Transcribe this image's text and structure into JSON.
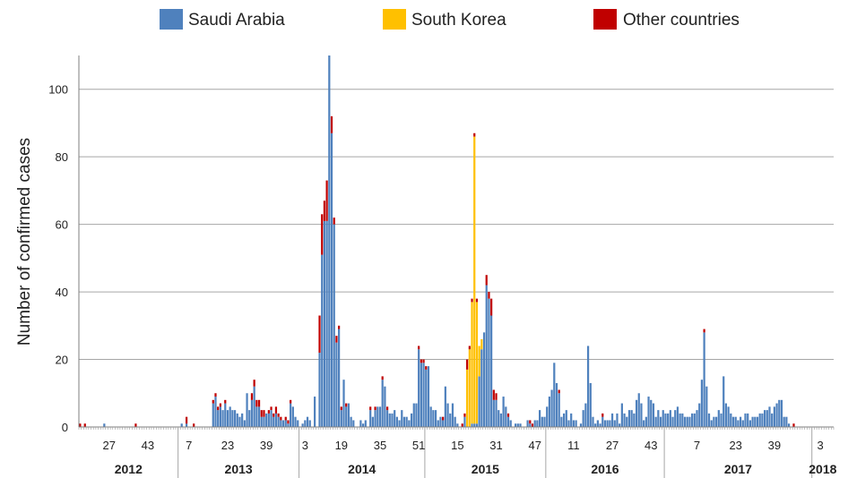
{
  "chart_data": {
    "type": "bar",
    "stacked": true,
    "title": "",
    "xlabel": "",
    "ylabel": "Number of confirmed cases",
    "ylim": [
      0,
      110
    ],
    "yticks": [
      0,
      20,
      40,
      60,
      80,
      100
    ],
    "grid": true,
    "legend": "top",
    "legend_entries": [
      "Saudi Arabia",
      "South Korea",
      "Other countries"
    ],
    "colors": {
      "saudi": "#4f81bd",
      "korea": "#ffc000",
      "other": "#c00000"
    },
    "x_week_labels": [
      {
        "week": 12,
        "label": "27"
      },
      {
        "week": 28,
        "label": "43"
      },
      {
        "week": 45,
        "label": "7"
      },
      {
        "week": 61,
        "label": "23"
      },
      {
        "week": 77,
        "label": "39"
      },
      {
        "week": 93,
        "label": "3"
      },
      {
        "week": 108,
        "label": "19"
      },
      {
        "week": 124,
        "label": "35"
      },
      {
        "week": 140,
        "label": "51"
      },
      {
        "week": 156,
        "label": "15"
      },
      {
        "week": 172,
        "label": "31"
      },
      {
        "week": 188,
        "label": "47"
      },
      {
        "week": 204,
        "label": "11"
      },
      {
        "week": 220,
        "label": "27"
      },
      {
        "week": 236,
        "label": "43"
      },
      {
        "week": 255,
        "label": "7"
      },
      {
        "week": 271,
        "label": "23"
      },
      {
        "week": 287,
        "label": "39"
      },
      {
        "week": 306,
        "label": "3"
      }
    ],
    "years": [
      {
        "label": "2012",
        "start": 0,
        "end": 41
      },
      {
        "label": "2013",
        "start": 41,
        "end": 91
      },
      {
        "label": "2014",
        "start": 91,
        "end": 143
      },
      {
        "label": "2015",
        "start": 143,
        "end": 193
      },
      {
        "label": "2016",
        "start": 193,
        "end": 242
      },
      {
        "label": "2017",
        "start": 242,
        "end": 303
      },
      {
        "label": "2018",
        "start": 303,
        "end": 312
      }
    ],
    "series": [
      {
        "name": "Saudi Arabia",
        "key": "saudi",
        "points": [
          [
            10,
            1
          ],
          [
            42,
            1
          ],
          [
            44,
            1
          ],
          [
            55,
            7
          ],
          [
            56,
            9
          ],
          [
            57,
            5
          ],
          [
            58,
            6
          ],
          [
            59,
            5
          ],
          [
            60,
            7
          ],
          [
            61,
            5
          ],
          [
            62,
            6
          ],
          [
            63,
            5
          ],
          [
            64,
            5
          ],
          [
            65,
            4
          ],
          [
            66,
            3
          ],
          [
            67,
            4
          ],
          [
            68,
            2
          ],
          [
            69,
            10
          ],
          [
            70,
            5
          ],
          [
            71,
            8
          ],
          [
            72,
            12
          ],
          [
            73,
            6
          ],
          [
            74,
            6
          ],
          [
            75,
            3
          ],
          [
            76,
            3
          ],
          [
            77,
            4
          ],
          [
            78,
            4
          ],
          [
            79,
            5
          ],
          [
            80,
            3
          ],
          [
            81,
            4
          ],
          [
            82,
            3
          ],
          [
            83,
            2
          ],
          [
            84,
            2
          ],
          [
            85,
            2
          ],
          [
            86,
            1
          ],
          [
            87,
            7
          ],
          [
            88,
            6
          ],
          [
            89,
            3
          ],
          [
            90,
            2
          ],
          [
            92,
            1
          ],
          [
            93,
            2
          ],
          [
            94,
            3
          ],
          [
            95,
            2
          ],
          [
            97,
            9
          ],
          [
            99,
            22
          ],
          [
            100,
            51
          ],
          [
            101,
            61
          ],
          [
            102,
            61
          ],
          [
            103,
            110
          ],
          [
            104,
            87
          ],
          [
            105,
            60
          ],
          [
            106,
            25
          ],
          [
            107,
            29
          ],
          [
            108,
            5
          ],
          [
            109,
            14
          ],
          [
            110,
            6
          ],
          [
            111,
            7
          ],
          [
            112,
            3
          ],
          [
            113,
            2
          ],
          [
            116,
            2
          ],
          [
            117,
            1
          ],
          [
            118,
            2
          ],
          [
            120,
            5
          ],
          [
            121,
            3
          ],
          [
            122,
            5
          ],
          [
            123,
            6
          ],
          [
            124,
            6
          ],
          [
            125,
            14
          ],
          [
            126,
            12
          ],
          [
            127,
            5
          ],
          [
            128,
            4
          ],
          [
            129,
            4
          ],
          [
            130,
            5
          ],
          [
            131,
            3
          ],
          [
            132,
            2
          ],
          [
            133,
            5
          ],
          [
            134,
            3
          ],
          [
            135,
            3
          ],
          [
            136,
            2
          ],
          [
            137,
            4
          ],
          [
            138,
            7
          ],
          [
            139,
            7
          ],
          [
            140,
            23
          ],
          [
            141,
            19
          ],
          [
            142,
            19
          ],
          [
            143,
            17
          ],
          [
            144,
            18
          ],
          [
            145,
            6
          ],
          [
            146,
            5
          ],
          [
            147,
            5
          ],
          [
            148,
            2
          ],
          [
            149,
            3
          ],
          [
            150,
            2
          ],
          [
            151,
            12
          ],
          [
            152,
            7
          ],
          [
            153,
            4
          ],
          [
            154,
            7
          ],
          [
            155,
            3
          ],
          [
            156,
            1
          ],
          [
            159,
            3
          ],
          [
            162,
            1
          ],
          [
            163,
            1
          ],
          [
            164,
            1
          ],
          [
            165,
            15
          ],
          [
            166,
            23
          ],
          [
            167,
            28
          ],
          [
            168,
            42
          ],
          [
            169,
            38
          ],
          [
            170,
            33
          ],
          [
            171,
            8
          ],
          [
            172,
            8
          ],
          [
            173,
            5
          ],
          [
            174,
            4
          ],
          [
            175,
            9
          ],
          [
            176,
            6
          ],
          [
            177,
            3
          ],
          [
            178,
            2
          ],
          [
            180,
            1
          ],
          [
            181,
            1
          ],
          [
            182,
            1
          ],
          [
            185,
            2
          ],
          [
            186,
            1
          ],
          [
            188,
            2
          ],
          [
            189,
            2
          ],
          [
            190,
            5
          ],
          [
            191,
            3
          ],
          [
            192,
            3
          ],
          [
            193,
            6
          ],
          [
            194,
            9
          ],
          [
            195,
            11
          ],
          [
            196,
            19
          ],
          [
            197,
            13
          ],
          [
            198,
            10
          ],
          [
            199,
            3
          ],
          [
            200,
            4
          ],
          [
            201,
            5
          ],
          [
            202,
            2
          ],
          [
            203,
            4
          ],
          [
            204,
            2
          ],
          [
            205,
            2
          ],
          [
            207,
            1
          ],
          [
            208,
            5
          ],
          [
            209,
            7
          ],
          [
            210,
            24
          ],
          [
            211,
            13
          ],
          [
            212,
            3
          ],
          [
            213,
            1
          ],
          [
            214,
            2
          ],
          [
            215,
            1
          ],
          [
            216,
            3
          ],
          [
            217,
            2
          ],
          [
            218,
            2
          ],
          [
            219,
            2
          ],
          [
            220,
            4
          ],
          [
            221,
            2
          ],
          [
            222,
            4
          ],
          [
            223,
            1
          ],
          [
            224,
            7
          ],
          [
            225,
            4
          ],
          [
            226,
            3
          ],
          [
            227,
            5
          ],
          [
            228,
            5
          ],
          [
            229,
            4
          ],
          [
            230,
            8
          ],
          [
            231,
            10
          ],
          [
            232,
            7
          ],
          [
            233,
            2
          ],
          [
            234,
            3
          ],
          [
            235,
            9
          ],
          [
            236,
            8
          ],
          [
            237,
            7
          ],
          [
            238,
            3
          ],
          [
            239,
            5
          ],
          [
            240,
            3
          ],
          [
            241,
            5
          ],
          [
            242,
            4
          ],
          [
            243,
            4
          ],
          [
            244,
            5
          ],
          [
            245,
            3
          ],
          [
            246,
            5
          ],
          [
            247,
            6
          ],
          [
            248,
            4
          ],
          [
            249,
            4
          ],
          [
            250,
            3
          ],
          [
            251,
            3
          ],
          [
            252,
            3
          ],
          [
            253,
            4
          ],
          [
            254,
            4
          ],
          [
            255,
            5
          ],
          [
            256,
            7
          ],
          [
            257,
            14
          ],
          [
            258,
            28
          ],
          [
            259,
            12
          ],
          [
            260,
            4
          ],
          [
            261,
            2
          ],
          [
            262,
            3
          ],
          [
            263,
            3
          ],
          [
            264,
            5
          ],
          [
            265,
            4
          ],
          [
            266,
            15
          ],
          [
            267,
            7
          ],
          [
            268,
            6
          ],
          [
            269,
            4
          ],
          [
            270,
            3
          ],
          [
            271,
            3
          ],
          [
            272,
            2
          ],
          [
            273,
            3
          ],
          [
            274,
            2
          ],
          [
            275,
            4
          ],
          [
            276,
            4
          ],
          [
            277,
            2
          ],
          [
            278,
            3
          ],
          [
            279,
            3
          ],
          [
            280,
            3
          ],
          [
            281,
            4
          ],
          [
            282,
            4
          ],
          [
            283,
            5
          ],
          [
            284,
            5
          ],
          [
            285,
            6
          ],
          [
            286,
            4
          ],
          [
            287,
            6
          ],
          [
            288,
            7
          ],
          [
            289,
            8
          ],
          [
            290,
            8
          ],
          [
            291,
            3
          ],
          [
            292,
            3
          ],
          [
            293,
            1
          ]
        ]
      },
      {
        "name": "South Korea",
        "key": "korea",
        "points": [
          [
            160,
            17
          ],
          [
            161,
            23
          ],
          [
            162,
            36
          ],
          [
            163,
            85
          ],
          [
            164,
            36
          ],
          [
            165,
            9
          ],
          [
            166,
            3
          ]
        ]
      },
      {
        "name": "Other countries",
        "key": "other",
        "points": [
          [
            0,
            1
          ],
          [
            2,
            1
          ],
          [
            23,
            1
          ],
          [
            44,
            2
          ],
          [
            47,
            1
          ],
          [
            55,
            1
          ],
          [
            56,
            1
          ],
          [
            57,
            1
          ],
          [
            58,
            1
          ],
          [
            60,
            1
          ],
          [
            71,
            2
          ],
          [
            72,
            2
          ],
          [
            73,
            2
          ],
          [
            74,
            2
          ],
          [
            75,
            2
          ],
          [
            76,
            2
          ],
          [
            78,
            1
          ],
          [
            79,
            1
          ],
          [
            80,
            1
          ],
          [
            81,
            2
          ],
          [
            82,
            1
          ],
          [
            83,
            1
          ],
          [
            85,
            1
          ],
          [
            86,
            1
          ],
          [
            87,
            1
          ],
          [
            99,
            11
          ],
          [
            100,
            12
          ],
          [
            101,
            6
          ],
          [
            102,
            12
          ],
          [
            103,
            7
          ],
          [
            104,
            5
          ],
          [
            105,
            2
          ],
          [
            106,
            2
          ],
          [
            107,
            1
          ],
          [
            108,
            1
          ],
          [
            110,
            1
          ],
          [
            120,
            1
          ],
          [
            122,
            1
          ],
          [
            125,
            1
          ],
          [
            127,
            1
          ],
          [
            140,
            1
          ],
          [
            141,
            1
          ],
          [
            142,
            1
          ],
          [
            143,
            1
          ],
          [
            150,
            1
          ],
          [
            158,
            1
          ],
          [
            159,
            1
          ],
          [
            160,
            3
          ],
          [
            161,
            1
          ],
          [
            162,
            1
          ],
          [
            163,
            1
          ],
          [
            164,
            1
          ],
          [
            168,
            3
          ],
          [
            169,
            2
          ],
          [
            170,
            5
          ],
          [
            171,
            3
          ],
          [
            172,
            2
          ],
          [
            177,
            1
          ],
          [
            186,
            1
          ],
          [
            187,
            1
          ],
          [
            198,
            1
          ],
          [
            216,
            1
          ],
          [
            258,
            1
          ],
          [
            295,
            1
          ]
        ]
      }
    ]
  }
}
